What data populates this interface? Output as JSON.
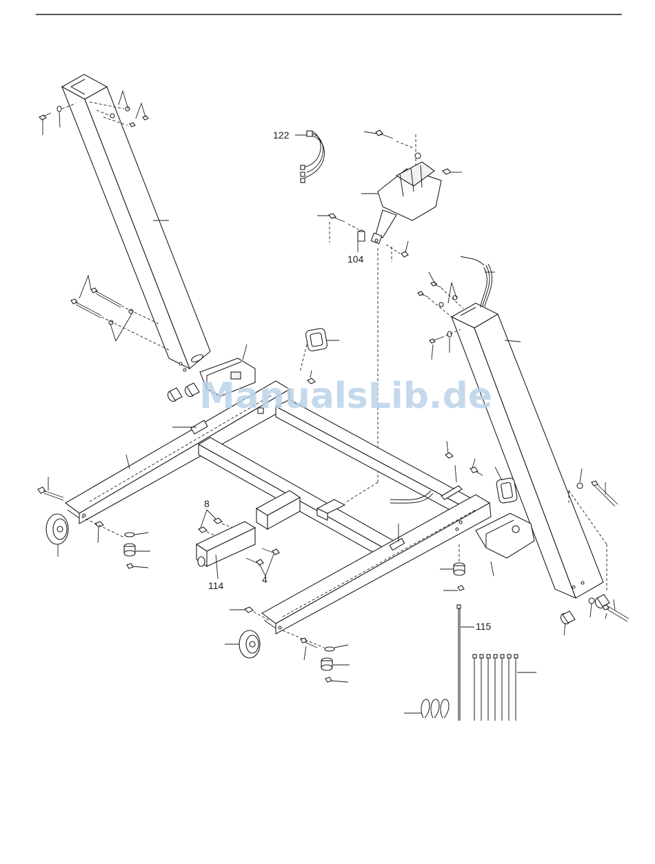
{
  "watermark": "ManualsLib.de",
  "callouts": {
    "c122": "122",
    "c104": "104",
    "c8": "8",
    "c114": "114",
    "c4": "4",
    "c115": "115"
  },
  "colors": {
    "line": "#1a1a1a",
    "watermark": "#bcd3ea"
  }
}
